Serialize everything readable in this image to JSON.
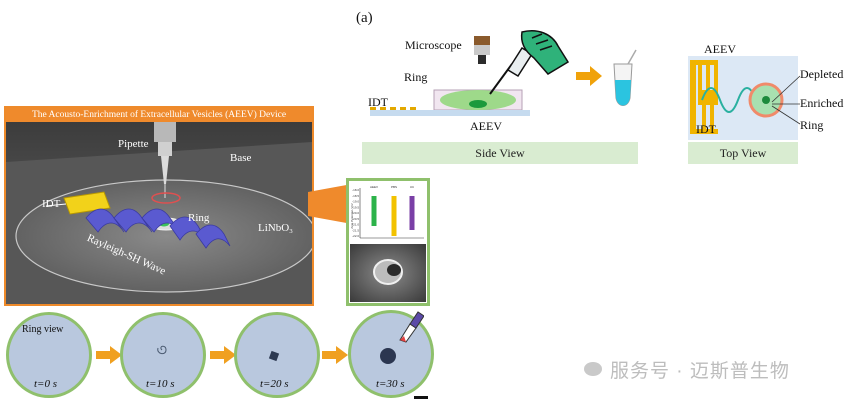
{
  "panel_label": "(a)",
  "side_view": {
    "microscope_label": "Microscope",
    "ring_label": "Ring",
    "idt_label": "IDT",
    "aeev_label": "AEEV",
    "caption": "Side View"
  },
  "top_view": {
    "aeev_label": "AEEV",
    "depleted_label": "Depleted",
    "enriched_label": "Enriched",
    "ring_label": "Ring",
    "idt_label": "IDT",
    "caption": "Top View"
  },
  "device": {
    "title": "The Acousto-Enrichment of Extracellular Vesicles (AEEV) Device",
    "pipette_label": "Pipette",
    "base_label": "Base",
    "idt_label": "IDT",
    "ring_label": "Ring",
    "substrate_label": "LiNbO₃",
    "wave_label": "Rayleigh-SH Wave"
  },
  "zeta_chart": {
    "ylabel": "Zeta Potential / mV",
    "categories": [
      "AEEV",
      "PBS",
      "UC"
    ],
    "ticks": [
      "-18.0",
      "-18.5",
      "-19.0",
      "-19.5",
      "-20.0",
      "-20.5",
      "-21.0",
      "-21.5",
      "-22.0"
    ],
    "colors": [
      "#2cb34a",
      "#f2c200",
      "#7a3fa6"
    ]
  },
  "timeline": {
    "ring_view_label": "Ring view",
    "frames": [
      "t=0 s",
      "t=10 s",
      "t=20 s",
      "t=30 s"
    ]
  },
  "watermark": "服务号 · 迈斯普生物",
  "colors": {
    "orange": "#ef8a2c",
    "green_frame": "#8fc06c",
    "caption_green": "#d9ecd1"
  }
}
